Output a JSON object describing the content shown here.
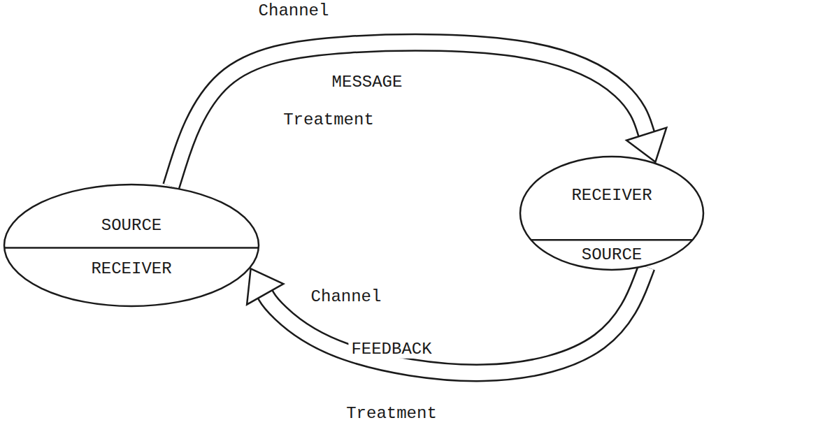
{
  "diagram": {
    "nodes": [
      {
        "text": [
          "SOURCE",
          "RECEIVER"
        ]
      },
      {
        "text": [
          "RECEIVER",
          "SOURCE"
        ]
      }
    ],
    "edges": [
      {
        "from": 0,
        "to": 1,
        "arrow": "to",
        "label": "MESSAGE"
      },
      {
        "from": 1,
        "to": 0,
        "arrow": "to",
        "label": "FEEDBACK"
      }
    ],
    "labels": [
      "Channel",
      "Treatment",
      "Channel",
      "Treatment"
    ]
  }
}
